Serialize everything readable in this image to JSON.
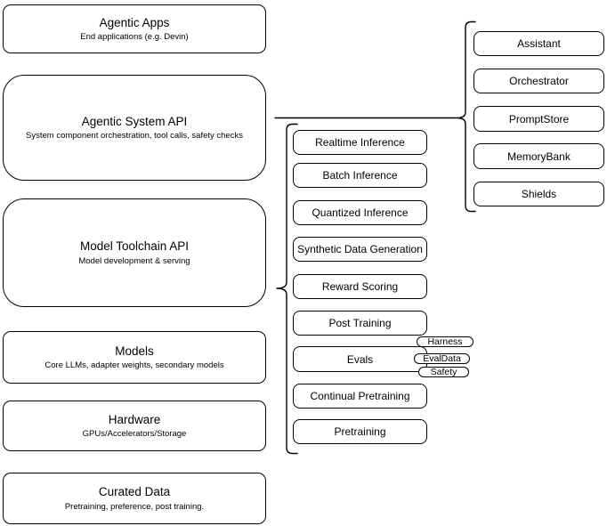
{
  "colors": {
    "stroke": "#000000",
    "fill": "#ffffff",
    "background": "#ffffff"
  },
  "left_column": [
    {
      "title": "Agentic Apps",
      "subtitle": "End applications (e.g. Devin)"
    },
    {
      "title": "Agentic System API",
      "subtitle": "System component orchestration, tool calls, safety checks"
    },
    {
      "title": "Model Toolchain API",
      "subtitle": "Model development & serving"
    },
    {
      "title": "Models",
      "subtitle": "Core LLMs, adapter weights, secondary models"
    },
    {
      "title": "Hardware",
      "subtitle": "GPUs/Accelerators/Storage"
    },
    {
      "title": "Curated Data",
      "subtitle": "Pretraining, preference, post training."
    }
  ],
  "middle_column": [
    "Realtime Inference",
    "Batch Inference",
    "Quantized Inference",
    "Synthetic Data Generation",
    "Reward Scoring",
    "Post Training",
    "Evals",
    "Continual Pretraining",
    "Pretraining"
  ],
  "evals_pills": [
    "Harness",
    "EvalData",
    "Safety"
  ],
  "right_column": [
    "Assistant",
    "Orchestrator",
    "PromptStore",
    "MemoryBank",
    "Shields"
  ]
}
